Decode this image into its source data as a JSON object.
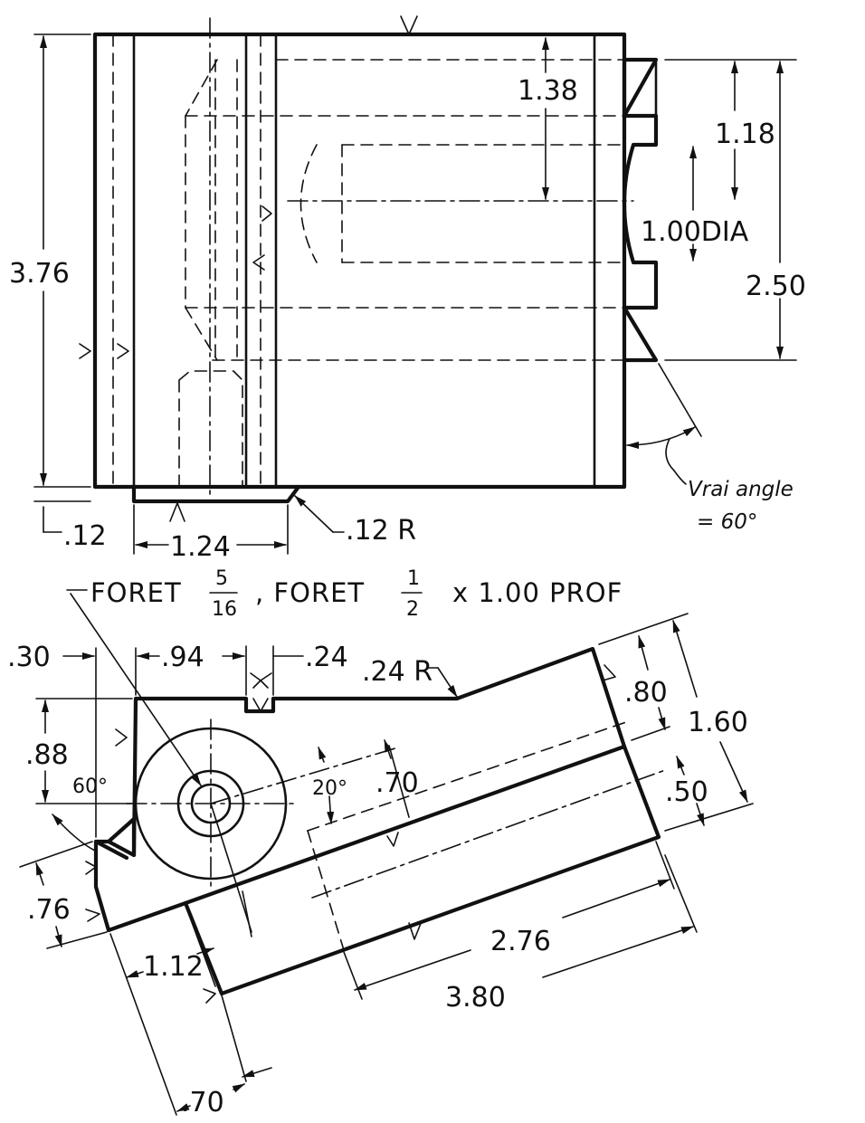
{
  "top_view": {
    "dim_height": "3.76",
    "dim_1_38": "1.38",
    "dim_1_18": "1.18",
    "dim_dia": "1.00DIA",
    "dim_2_50": "2.50",
    "dim_12": ".12",
    "dim_1_24": "1.24",
    "dim_12r": ".12 R",
    "angle_note_line1": "Vrai angle",
    "angle_note_line2": "= 60°"
  },
  "drill_note": {
    "prefix": "FORET",
    "frac1_num": "5",
    "frac1_den": "16",
    "sep": ", FORET",
    "frac2_num": "1",
    "frac2_den": "2",
    "suffix": "x 1.00 PROF"
  },
  "front_view": {
    "dim_30": ".30",
    "dim_94": ".94",
    "dim_24": ".24",
    "dim_24r": ".24 R",
    "dim_80": ".80",
    "dim_1_60": "1.60",
    "dim_88": ".88",
    "dim_60deg": "60°",
    "dim_20deg": "20°",
    "dim_70a": ".70",
    "dim_50": ".50",
    "dim_76": ".76",
    "dim_1_12": "1.12",
    "dim_2_76": "2.76",
    "dim_3_80": "3.80",
    "dim_70b": ".70"
  }
}
